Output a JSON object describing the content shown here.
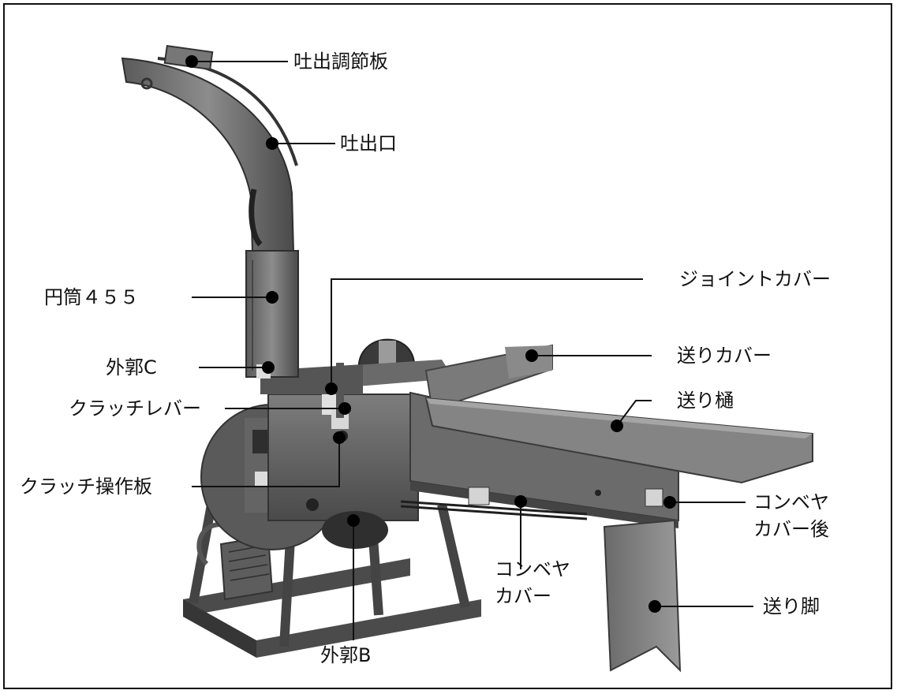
{
  "diagram": {
    "labels": {
      "discharge_adjust_plate": "吐出調節板",
      "discharge_outlet": "吐出口",
      "cylinder_455": "円筒４５５",
      "joint_cover": "ジョイントカバー",
      "outer_shell_c": "外郭C",
      "feed_cover": "送りカバー",
      "clutch_lever": "クラッチレバー",
      "feed_trough": "送り樋",
      "clutch_operation_plate": "クラッチ操作板",
      "conveyor_cover_rear": "コンベヤ\nカバー後",
      "conveyor_cover": "コンベヤ\nカバー",
      "feed_leg": "送り脚",
      "outer_shell_b": "外郭B"
    },
    "colors": {
      "machine_dark": "#3a3a3a",
      "machine_mid": "#6e6e6e",
      "machine_light": "#9a9a9a",
      "line": "#111111"
    }
  }
}
